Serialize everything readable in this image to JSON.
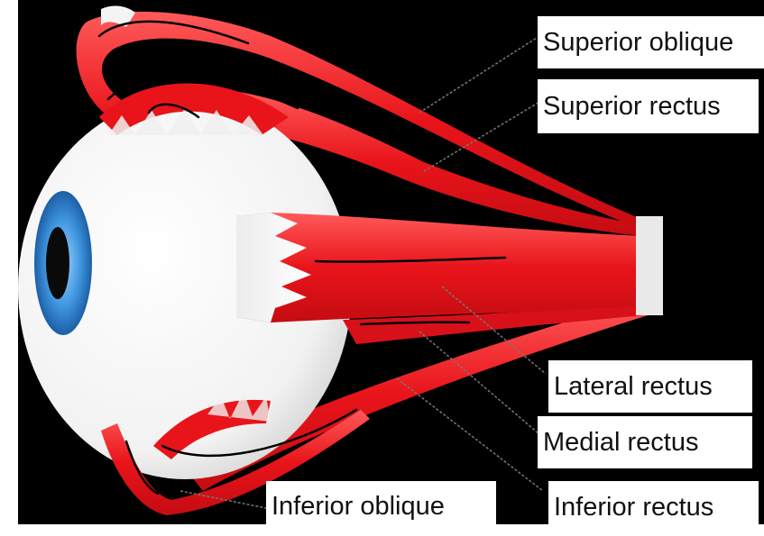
{
  "labels": {
    "superior_oblique": "Superior oblique",
    "superior_rectus": "Superior rectus",
    "lateral_rectus": "Lateral rectus",
    "medial_rectus": "Medial rectus",
    "inferior_rectus": "Inferior rectus",
    "inferior_oblique": "Inferior oblique"
  },
  "colors": {
    "background": "#000000",
    "muscle": "#e8141a",
    "sclera": "#ffffff",
    "iris": "#2f86d4",
    "pupil": "#0a0a0a",
    "leader_line": "#777777"
  }
}
